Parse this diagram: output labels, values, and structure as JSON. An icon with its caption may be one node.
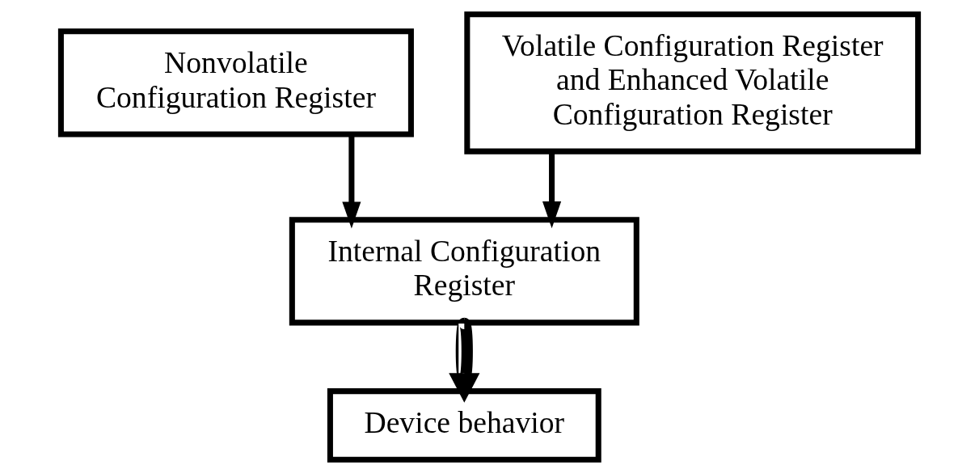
{
  "diagram": {
    "nodes": [
      {
        "text": [
          "Nonvolatile Configuration Register"
        ]
      },
      {
        "text": [
          "Volatile Configuration Register and Enhanced Volatile Configuration Register"
        ]
      },
      {
        "text": [
          "Internal Configuration Register"
        ]
      },
      {
        "text": [
          "Device behavior"
        ]
      }
    ],
    "edges": [
      {
        "from": 0,
        "to": 2,
        "arrow": "to"
      },
      {
        "from": 1,
        "to": 2,
        "arrow": "to"
      },
      {
        "from": 2,
        "to": 3,
        "arrow": "to",
        "style": "thick"
      }
    ]
  }
}
